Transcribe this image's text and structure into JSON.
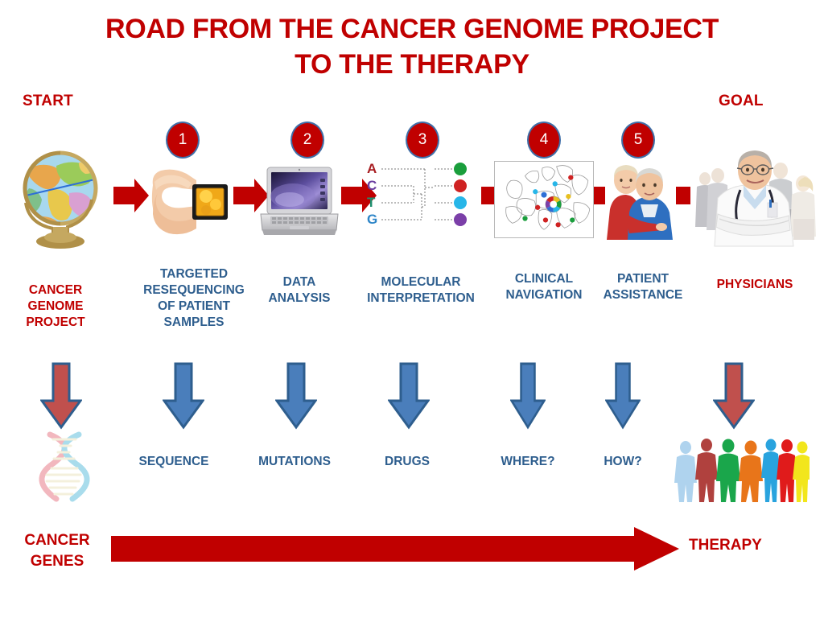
{
  "title": {
    "line1": "ROAD FROM THE CANCER GENOME PROJECT",
    "line2": "TO THE THERAPY",
    "color": "#C00000"
  },
  "endcaps": {
    "start": "START",
    "goal": "GOAL"
  },
  "colors": {
    "red": "#C00000",
    "blue_text": "#2E5E8E",
    "arrow_blue": "#4A7EBB",
    "arrow_blue_outline": "#2E5E8E",
    "arrow_red": "#C0504D",
    "badge_fill": "#C00000",
    "badge_outline": "#3F6FA8",
    "background": "#FFFFFF"
  },
  "steps": [
    {
      "number": "",
      "caption": "CANCER\nGENOME\nPROJECT",
      "caption_color": "red",
      "image": "globe-image",
      "down_arrow_color": "red",
      "sublabel": "",
      "sub_image": "dna-helix-image"
    },
    {
      "number": "1",
      "caption": "TARGETED\nRESEQUENCING\nOF PATIENT\nSAMPLES",
      "caption_color": "blue",
      "image": "hand-holding-chip-image",
      "down_arrow_color": "blue",
      "sublabel": "SEQUENCE",
      "sub_image": ""
    },
    {
      "number": "2",
      "caption": "DATA\nANALYSIS",
      "caption_color": "blue",
      "image": "laptop-image",
      "down_arrow_color": "blue",
      "sublabel": "MUTATIONS",
      "sub_image": ""
    },
    {
      "number": "3",
      "caption": "MOLECULAR\nINTERPRETATION",
      "caption_color": "blue",
      "image": "actg-clustering-diagram",
      "down_arrow_color": "blue",
      "sublabel": "DRUGS",
      "sub_image": ""
    },
    {
      "number": "4",
      "caption": "CLINICAL\nNAVIGATION",
      "caption_color": "blue",
      "image": "europe-map-image",
      "down_arrow_color": "blue",
      "sublabel": "WHERE?",
      "sub_image": ""
    },
    {
      "number": "5",
      "caption": "PATIENT\nASSISTANCE",
      "caption_color": "blue",
      "image": "elderly-couple-image",
      "down_arrow_color": "blue",
      "sublabel": "HOW?",
      "sub_image": ""
    },
    {
      "number": "",
      "caption": "PHYSICIANS",
      "caption_color": "red",
      "image": "physicians-image",
      "down_arrow_color": "red",
      "sublabel": "",
      "sub_image": "people-silhouettes-image"
    }
  ],
  "captions": {
    "cancer_genome_project": "CANCER GENOME PROJECT",
    "targeted_resequencing": "TARGETED RESEQUENCING OF PATIENT SAMPLES",
    "data_analysis": "DATA ANALYSIS",
    "molecular_interpretation": "MOLECULAR INTERPRETATION",
    "clinical_navigation": "CLINICAL NAVIGATION",
    "patient_assistance": "PATIENT ASSISTANCE",
    "physicians": "PHYSICIANS"
  },
  "caption_lines": {
    "cgp": [
      "CANCER",
      "GENOME",
      "PROJECT"
    ],
    "trps": [
      "TARGETED",
      "RESEQUENCING",
      "OF PATIENT",
      "SAMPLES"
    ],
    "da": [
      "DATA",
      "ANALYSIS"
    ],
    "mi": [
      "MOLECULAR",
      "INTERPRETATION"
    ],
    "cn": [
      "CLINICAL",
      "NAVIGATION"
    ],
    "pa": [
      "PATIENT",
      "ASSISTANCE"
    ],
    "ph": [
      "PHYSICIANS"
    ]
  },
  "sublabels": {
    "sequence": "SEQUENCE",
    "mutations": "MUTATIONS",
    "drugs": "DRUGS",
    "where": "WHERE?",
    "how": "HOW?"
  },
  "badges": {
    "b1": "1",
    "b2": "2",
    "b3": "3",
    "b4": "4",
    "b5": "5"
  },
  "actg_diagram": {
    "letters": [
      {
        "letter": "A",
        "color": "#A81E22"
      },
      {
        "letter": "C",
        "color": "#6B3FA0"
      },
      {
        "letter": "T",
        "color": "#1E8F6E"
      },
      {
        "letter": "G",
        "color": "#2E86C8"
      }
    ],
    "dots": [
      "#1A9E3C",
      "#CF2222",
      "#27B6E8",
      "#7B3FA8"
    ]
  },
  "europe_map": {
    "dot_colors": [
      "#CF2222",
      "#27B6E8",
      "#2E6FD6",
      "#E8C020",
      "#1A9E3C",
      "#CF2222",
      "#27B6E8",
      "#CF2222",
      "#1A9E3C",
      "#CF2222"
    ]
  },
  "people_silhouettes": {
    "colors": [
      "#AFD3EE",
      "#B0413E",
      "#1AA64B",
      "#E8751A",
      "#29A3DE",
      "#E01B1B",
      "#F2E61C"
    ]
  },
  "dna_helix": {
    "strand_a": "#F2B7BE",
    "strand_b": "#A9DCEC"
  },
  "bottom": {
    "left_label_lines": [
      "CANCER",
      "GENES"
    ],
    "left_label": "CANCER GENES",
    "right_label": "THERAPY",
    "arrow_color": "#C00000"
  }
}
